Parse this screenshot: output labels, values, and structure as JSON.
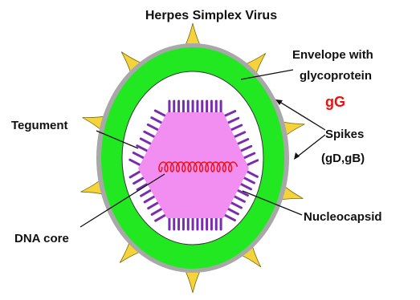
{
  "title": "Herpes Simplex Virus",
  "labels": {
    "envelope_line1": "Envelope with",
    "envelope_line2": "glycoprotein",
    "gg": "gG",
    "spikes_line1": "Spikes",
    "spikes_line2": "(gD,gB)",
    "tegument": "Tegument",
    "nucleocapsid": "Nucleocapsid",
    "dna_core": "DNA core"
  },
  "colors": {
    "envelope_outer": "#a8a8a8",
    "envelope": "#22e822",
    "tegument": "#ffffff",
    "capsid_fill": "#f28ef2",
    "capsomere": "#7a2cb0",
    "dna": "#ee1111",
    "spike": "#f4d43a",
    "gg_text": "#e81111"
  }
}
